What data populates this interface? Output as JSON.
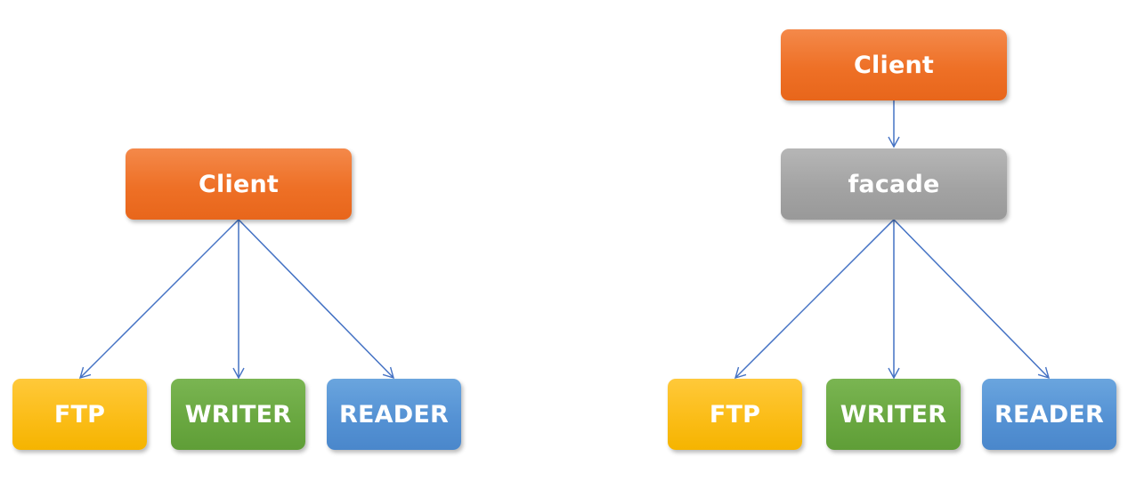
{
  "colors": {
    "connector": "#4472c4",
    "client": "#ee7026",
    "facade": "#a3a3a3",
    "ftp": "#fbbd18",
    "writer": "#6aa841",
    "reader": "#5592d4"
  },
  "left_diagram": {
    "client_label": "Client",
    "ftp_label": "FTP",
    "writer_label": "WRITER",
    "reader_label": "READER"
  },
  "right_diagram": {
    "client_label": "Client",
    "facade_label": "facade",
    "ftp_label": "FTP",
    "writer_label": "WRITER",
    "reader_label": "READER"
  }
}
